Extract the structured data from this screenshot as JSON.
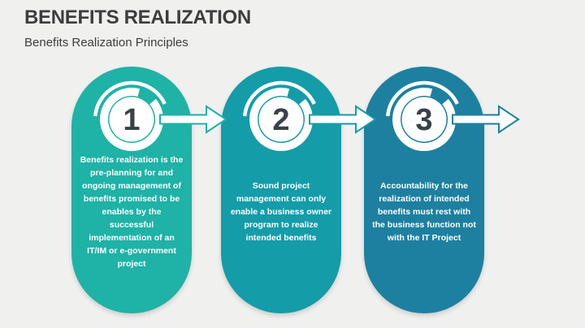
{
  "header": {
    "title": "BENEFITS REALIZATION",
    "subtitle": "Benefits Realization Principles"
  },
  "colors": {
    "background": "#f0f0ef",
    "heading_text": "#3d3d3d",
    "card_text": "#ffffff",
    "step_number_text": "#39424b",
    "arrow_fill": "#ffffff"
  },
  "cards": [
    {
      "number": "1",
      "color": "#1fb2a6",
      "text": "Benefits realization is the pre-planning for and ongoing management of benefits promised to be enables by the successful implementation of an IT/IM or e-government project"
    },
    {
      "number": "2",
      "color": "#149ca9",
      "text": "Sound project management can only enable a business owner program to realize intended benefits"
    },
    {
      "number": "3",
      "color": "#1d80a0",
      "text": "Accountability for the realization of intended benefits must rest with the business function not with the IT Project"
    }
  ]
}
